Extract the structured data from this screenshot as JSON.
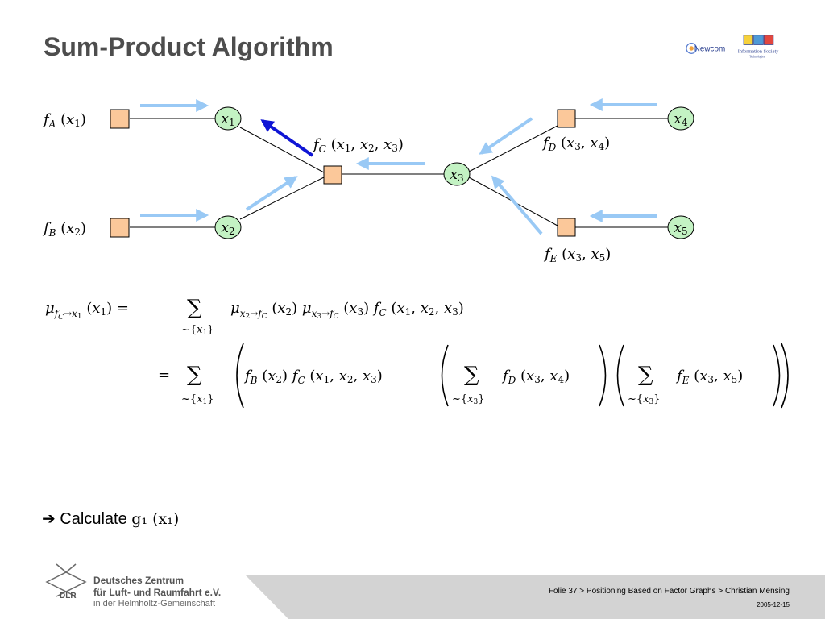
{
  "slide": {
    "title": "Sum-Product Algorithm",
    "calculate_prefix": "➔ Calculate",
    "calculate_expr": "g₁ (x₁)"
  },
  "graph": {
    "variables": [
      "x1",
      "x2",
      "x3",
      "x4",
      "x5"
    ],
    "factor_labels": {
      "fA": "f_A (x₁)",
      "fB": "f_B (x₂)",
      "fC": "f_C (x₁, x₂, x₃)",
      "fD": "f_D (x₃, x₄)",
      "fE": "f_E (x₃, x₅)"
    },
    "colors": {
      "factor_fill": "#fbc89a",
      "variable_fill": "#c3f2c3",
      "message_arrow": "#99c9f5",
      "highlight_arrow": "#0f15d5"
    }
  },
  "equations": {
    "line1": "μ_{f_C→x₁}(x₁) = Σ_{~{x₁}} μ_{x₂→f_C}(x₂) μ_{x₃→f_C}(x₃) f_C(x₁, x₂, x₃)",
    "line2": "= Σ_{~{x₁}} ( f_B(x₂) f_C(x₁, x₂, x₃) ( Σ_{~{x₃}} f_D(x₃, x₄) ) ( Σ_{~{x₃}} f_E(x₃, x₅) ) )"
  },
  "logos": {
    "newcom": "Newcom",
    "ist_line1": "Information Society",
    "ist_line2": "Technologies"
  },
  "footer": {
    "text": "Folie 37 > Positioning Based on Factor Graphs > Christian Mensing",
    "date": "2005-12-15",
    "dlr_line1": "Deutsches Zentrum",
    "dlr_line2": "für Luft- und Raumfahrt e.V.",
    "dlr_line3": "in der Helmholtz-Gemeinschaft",
    "dlr_abbr": "DLR"
  }
}
